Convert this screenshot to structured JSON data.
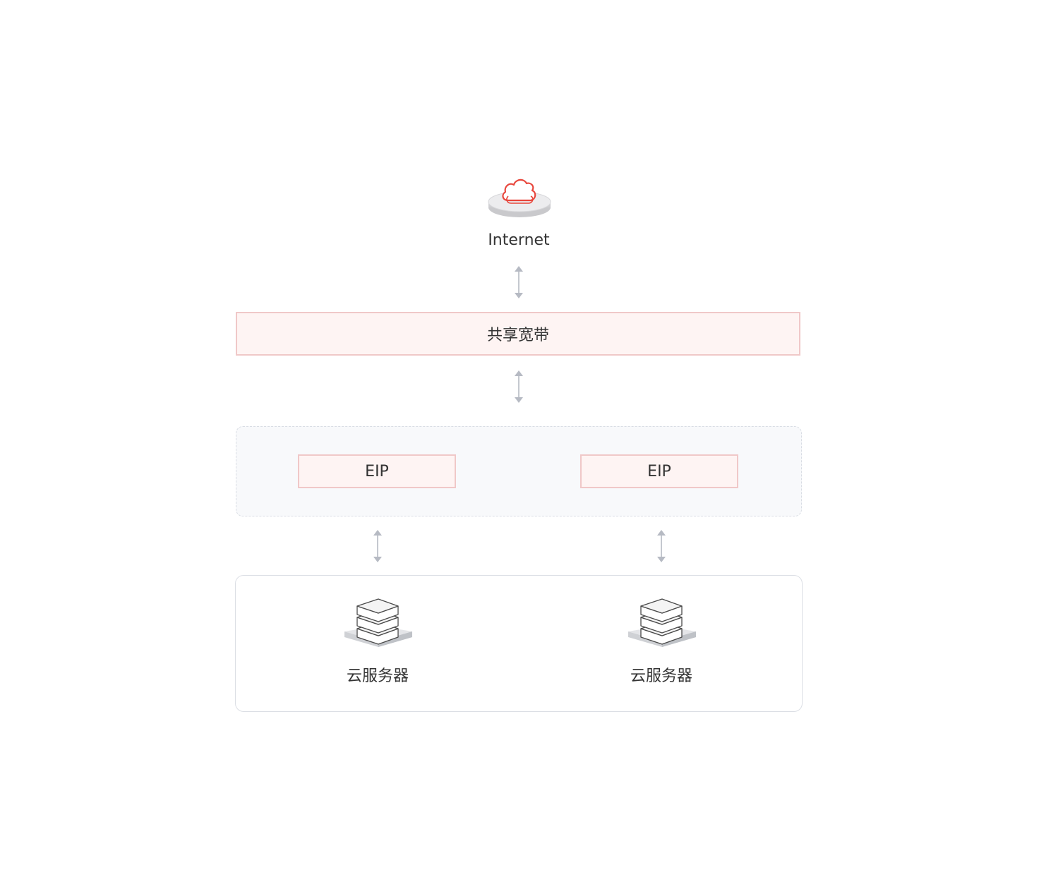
{
  "internet": {
    "label": "Internet",
    "icon": "cloud-icon",
    "accent_color": "#e8463c"
  },
  "shared_bandwidth": {
    "label": "共享宽带",
    "fill_color": "#fef4f3",
    "border_color": "#f0c8c8"
  },
  "eip_group": {
    "items": [
      {
        "label": "EIP"
      },
      {
        "label": "EIP"
      }
    ]
  },
  "servers": {
    "items": [
      {
        "label": "云服务器",
        "icon": "server-stack-icon"
      },
      {
        "label": "云服务器",
        "icon": "server-stack-icon"
      }
    ]
  },
  "arrow_color": "#b6bac3"
}
